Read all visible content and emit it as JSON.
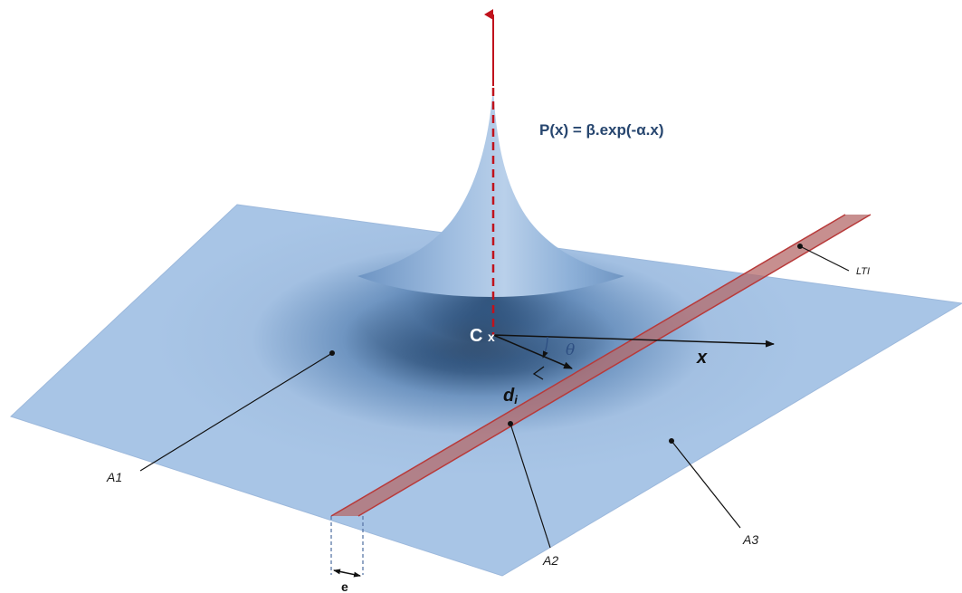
{
  "formula": "P(x) = β.exp(-α.x)",
  "center_label": "C",
  "center_marker": "x",
  "axis_label": "x",
  "angle_label": "θ",
  "distance_label": {
    "main": "d",
    "subscript": "i"
  },
  "region_labels": {
    "a1": "A1",
    "a2": "A2",
    "a3": "A3"
  },
  "line_label": "LTI",
  "width_label": "e",
  "colors": {
    "plane": "#a6c3e3",
    "plane_edge": "#8fb0d6",
    "peak_dark": "#0e2238",
    "strip_fill": "#b46a6a",
    "strip_edge": "#b83a3a",
    "vertical_axis": "#c0121c",
    "formula_text": "#27466f"
  }
}
